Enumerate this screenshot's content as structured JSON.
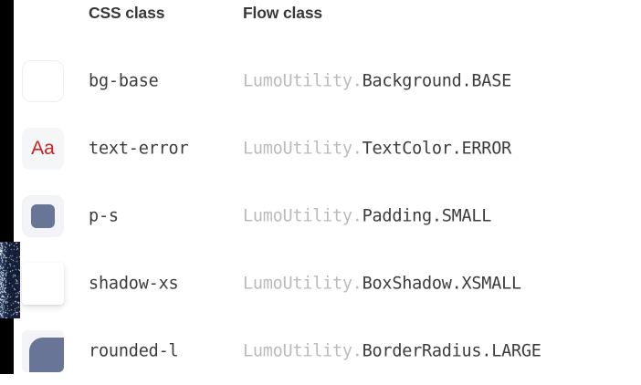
{
  "table": {
    "columns": {
      "icon": "",
      "css_class": "CSS class",
      "flow_class": "Flow class"
    },
    "flow_package_prefix": "LumoUtility.",
    "rows": [
      {
        "icon": "background-base-swatch-icon",
        "icon_kind": "bg-base",
        "icon_label": "",
        "css_class": "bg-base",
        "flow_prefix": "LumoUtility.",
        "flow_member": "Background.BASE"
      },
      {
        "icon": "text-error-swatch-icon",
        "icon_kind": "text-error",
        "icon_label": "Aa",
        "css_class": "text-error",
        "flow_prefix": "LumoUtility.",
        "flow_member": "TextColor.ERROR"
      },
      {
        "icon": "padding-small-swatch-icon",
        "icon_kind": "p-s",
        "icon_label": "",
        "css_class": "p-s",
        "flow_prefix": "LumoUtility.",
        "flow_member": "Padding.SMALL"
      },
      {
        "icon": "box-shadow-xsmall-swatch-icon",
        "icon_kind": "shadow-xs",
        "icon_label": "",
        "css_class": "shadow-xs",
        "flow_prefix": "LumoUtility.",
        "flow_member": "BoxShadow.XSMALL"
      },
      {
        "icon": "border-radius-large-swatch-icon",
        "icon_kind": "rounded-l",
        "icon_label": "",
        "css_class": "rounded-l",
        "flow_prefix": "LumoUtility.",
        "flow_member": "BorderRadius.LARGE"
      }
    ]
  },
  "colors": {
    "header_text": "#37383a",
    "body_text": "#3c3c3e",
    "muted_package_text": "#b9bbbd",
    "error_text": "#cf2020",
    "swatch_panel": "#f2f4f7",
    "swatch_block": "#687596",
    "page_background": "#ffffff",
    "left_gutter": "#000000"
  }
}
